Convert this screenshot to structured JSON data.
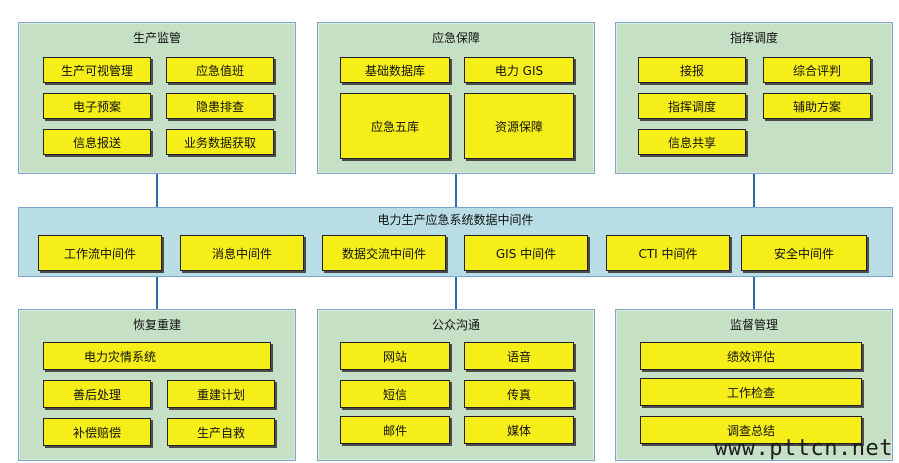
{
  "panels": {
    "production": {
      "title": "生产监管",
      "items": [
        "生产可视管理",
        "应急值班",
        "电子预案",
        "隐患排查",
        "信息报送",
        "业务数据获取"
      ]
    },
    "emergency": {
      "title": "应急保障",
      "items": [
        "基础数据库",
        "电力 GIS",
        "应急五库",
        "资源保障"
      ]
    },
    "command": {
      "title": "指挥调度",
      "items": [
        "接报",
        "综合评判",
        "指挥调度",
        "辅助方案",
        "信息共享"
      ]
    },
    "recovery": {
      "title": "恢复重建",
      "items": [
        "电力灾情系统",
        "善后处理",
        "重建计划",
        "补偿赔偿",
        "生产自救"
      ]
    },
    "public": {
      "title": "公众沟通",
      "items": [
        "网站",
        "语音",
        "短信",
        "传真",
        "邮件",
        "媒体"
      ]
    },
    "supervision": {
      "title": "监督管理",
      "items": [
        "绩效评估",
        "工作检查",
        "调查总结"
      ]
    }
  },
  "middleware": {
    "title": "电力生产应急系统数据中间件",
    "items": [
      "工作流中间件",
      "消息中间件",
      "数据交流中间件",
      "GIS 中间件",
      "CTI 中间件",
      "安全中间件"
    ]
  },
  "watermark": "www.pttcn.net",
  "colors": {
    "panel_bg": "#c5e0c5",
    "box_bg": "#f5ee18",
    "middleware_bg": "#b8dde4",
    "connector": "#2f6ba8"
  }
}
